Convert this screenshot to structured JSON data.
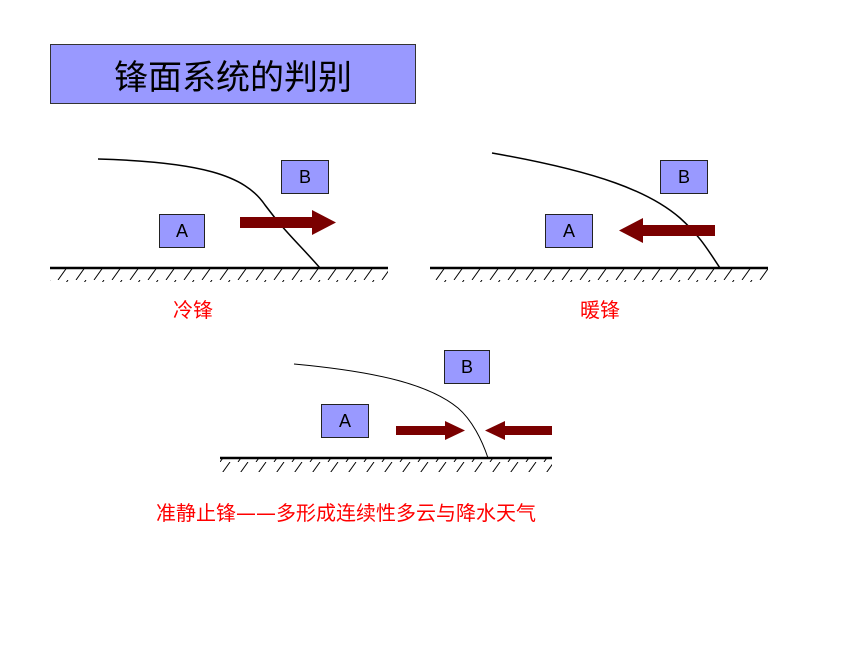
{
  "title": "锋面系统的判别",
  "diagrams": {
    "cold_front": {
      "air_a": "A",
      "air_b": "B",
      "label": "冷锋"
    },
    "warm_front": {
      "air_a": "A",
      "air_b": "B",
      "label": "暖锋"
    },
    "stationary_front": {
      "air_a": "A",
      "air_b": "B",
      "label": "准静止锋——多形成连续性多云与降水天气"
    }
  },
  "colors": {
    "box_fill": "#9999ff",
    "arrow": "#7a0000",
    "label": "#ff0000"
  }
}
